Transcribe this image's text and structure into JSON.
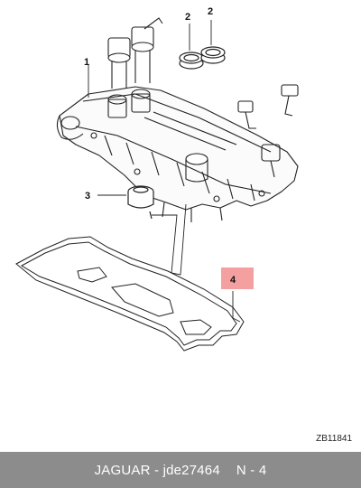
{
  "diagram": {
    "callouts": {
      "c1": "1",
      "c2a": "2",
      "c2b": "2",
      "c3": "3",
      "c4": "4"
    },
    "highlight_color": "#f4a0a0",
    "reference_code": "ZB11841"
  },
  "footer": {
    "brand": "JAGUAR",
    "separator": " - ",
    "part_number": "jde27464",
    "position_label": "N - 4"
  }
}
